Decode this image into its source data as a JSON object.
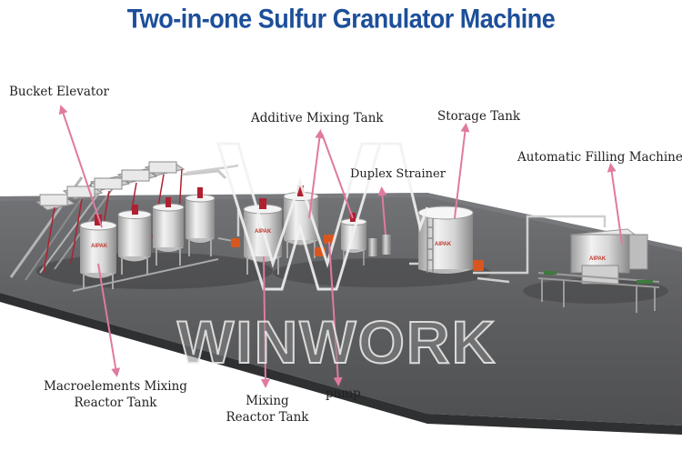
{
  "title": "Two-in-one Sulfur Granulator Machine",
  "labels": {
    "bucket_elevator": "Bucket Elevator",
    "additive_mixing_tank": "Additive Mixing Tank",
    "storage_tank": "Storage Tank",
    "duplex_strainer": "Duplex Strainer",
    "automatic_filling_machine": "Automatic Filling Machine",
    "macro_line1": "Macroelements Mixing",
    "macro_line2": "Reactor Tank",
    "mixing_line1": "Mixing",
    "mixing_line2": "Reactor Tank",
    "pump": "pump"
  },
  "watermark": "WINWORK",
  "tank_brand": "AIPAK",
  "colors": {
    "title": "#1d4f9a",
    "arrow": "#e07aa0",
    "floor": "#5a5b5d",
    "pump": "#d9571f"
  }
}
